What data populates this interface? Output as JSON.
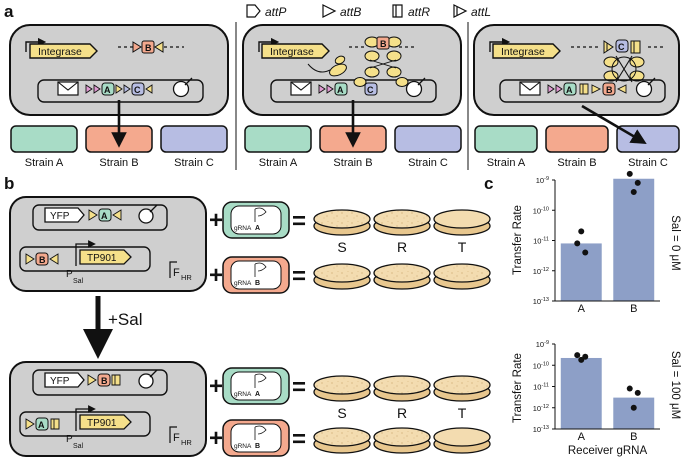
{
  "panel_labels": {
    "a": "a",
    "b": "b",
    "c": "c"
  },
  "legend": {
    "attP": "attP",
    "attB": "attB",
    "attR": "attR",
    "attL": "attL"
  },
  "panel_a": {
    "integrase": "Integrase",
    "site_b": "B",
    "site_a": "A",
    "site_c": "C",
    "strains": [
      "Strain A",
      "Strain B",
      "Strain C"
    ]
  },
  "panel_b": {
    "yfp": "YFP",
    "a": "A",
    "b": "B",
    "tp901": "TP901",
    "psal_p": "P",
    "psal_sub": "Sal",
    "fhr_f": "F",
    "fhr_sub": "HR",
    "plus": "+",
    "equals": "=",
    "grna_text": "gRNA",
    "sal_label": "+Sal",
    "plates": [
      "S",
      "R",
      "T"
    ]
  },
  "colors": {
    "teal": "#a8dcc6",
    "salmon": "#f4a98e",
    "lavender": "#b7bde3",
    "yellow": "#f5e08a",
    "bar": "#8d9fc7",
    "cell": "#cfcfcf",
    "plate": "#f3dcb0"
  },
  "chart_data": [
    {
      "type": "bar",
      "title": "",
      "ylabel": "Transfer Rate",
      "xlabel": "",
      "condition_label": "Sal = 0 μM",
      "log_scale": true,
      "ylim": [
        1e-13,
        1e-09
      ],
      "yticks": [
        {
          "b": "10",
          "e": "-9"
        },
        {
          "b": "10",
          "e": "-10"
        },
        {
          "b": "10",
          "e": "-11"
        },
        {
          "b": "10",
          "e": "-12"
        },
        {
          "b": "10",
          "e": "-13"
        }
      ],
      "categories": [
        "A",
        "B"
      ],
      "values": [
        8e-12,
        1.1e-09
      ],
      "points": [
        [
          8e-12,
          4e-12,
          2e-11
        ],
        [
          1.6e-09,
          8e-10,
          4e-10
        ]
      ]
    },
    {
      "type": "bar",
      "title": "",
      "ylabel": "Transfer Rate",
      "xlabel": "Receiver gRNA",
      "condition_label": "Sal = 100 μM",
      "log_scale": true,
      "ylim": [
        1e-13,
        1e-09
      ],
      "yticks": [
        {
          "b": "10",
          "e": "-9"
        },
        {
          "b": "10",
          "e": "-10"
        },
        {
          "b": "10",
          "e": "-11"
        },
        {
          "b": "10",
          "e": "-12"
        },
        {
          "b": "10",
          "e": "-13"
        }
      ],
      "categories": [
        "A",
        "B"
      ],
      "values": [
        2.2e-10,
        3e-12
      ],
      "points": [
        [
          3e-10,
          2.5e-10,
          1.8e-10
        ],
        [
          8e-12,
          5e-12,
          1e-12
        ]
      ]
    }
  ]
}
